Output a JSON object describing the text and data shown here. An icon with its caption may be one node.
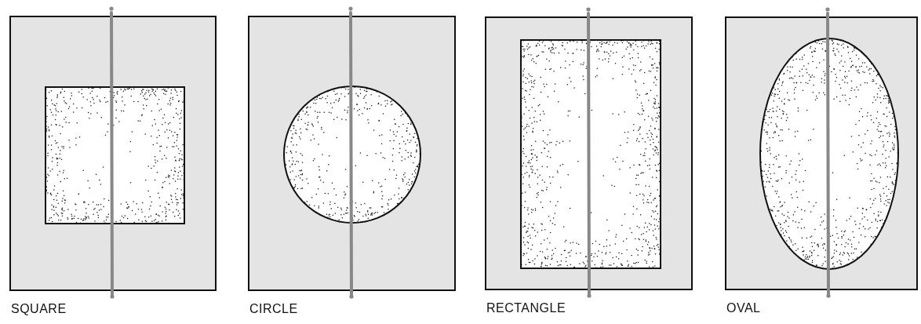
{
  "diagram": {
    "nodes": [
      {
        "text": [
          "SQUARE"
        ]
      },
      {
        "text": [],
        "shape": "box",
        "in": 0
      },
      {
        "text": [
          "CIRCLE"
        ]
      },
      {
        "text": [],
        "shape": "circle",
        "in": 2
      },
      {
        "text": [
          "RECTANGLE"
        ]
      },
      {
        "text": [],
        "shape": "box",
        "in": 4
      },
      {
        "text": [
          "OVAL"
        ]
      },
      {
        "text": [],
        "shape": "ellipse",
        "in": 6
      }
    ]
  }
}
